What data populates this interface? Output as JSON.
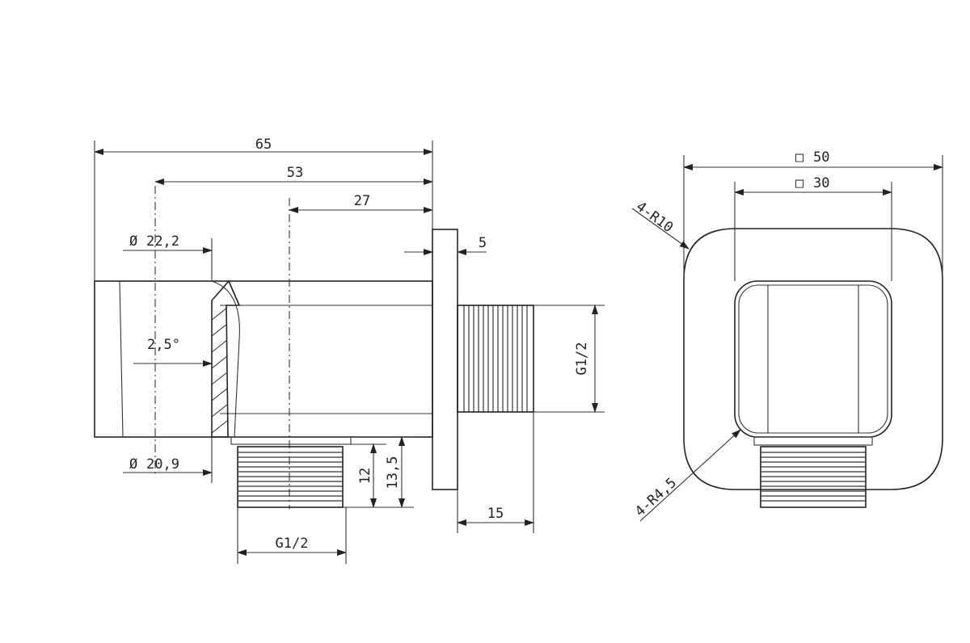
{
  "side_view": {
    "dim_overall_length": "65",
    "dim_to_centerline": "53",
    "dim_to_outlet_axis": "27",
    "dim_flange": "5",
    "dim_outer_diameter": "22,2",
    "dim_inner_diameter": "20,9",
    "dim_taper": "2,5°",
    "dim_thread_back": "G1/2",
    "dim_thread_bottom": "G1/2",
    "dim_thread_length": "15",
    "dim_height_12": "12",
    "dim_height_13_5": "13,5",
    "diameter_symbol": "Ø"
  },
  "front_view": {
    "dim_outer_square": "50",
    "dim_inner_square": "30",
    "outer_radius_label": "4-R10",
    "inner_radius_label": "4-R4,5",
    "square_symbol": "□"
  }
}
